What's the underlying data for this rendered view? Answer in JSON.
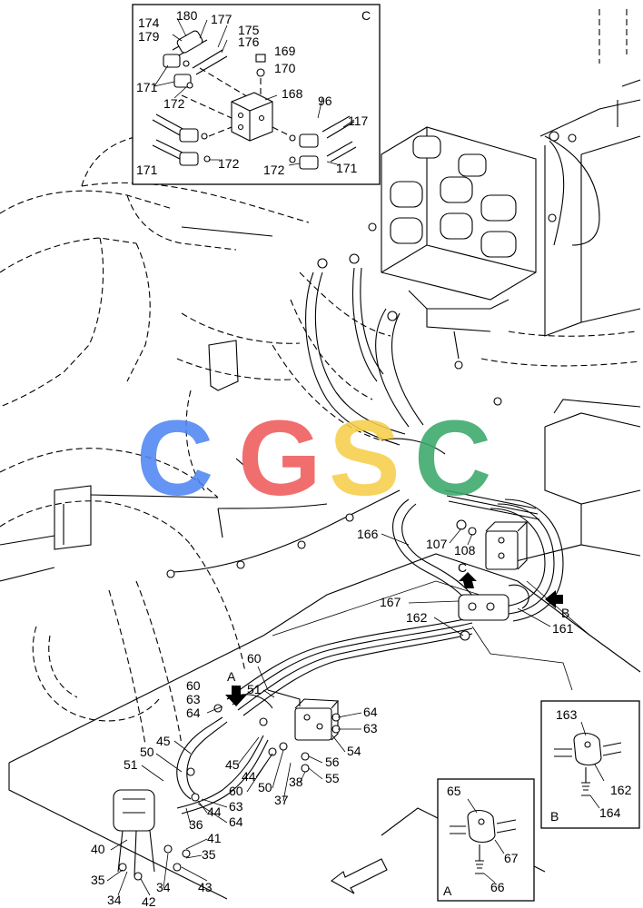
{
  "watermark": {
    "letters": [
      {
        "char": "C",
        "color": "#4f86f3"
      },
      {
        "char": "G",
        "color": "#ef5b5b"
      },
      {
        "char": "S",
        "color": "#f6cf4a"
      },
      {
        "char": "C",
        "color": "#3aa86b"
      }
    ]
  },
  "detail_c": {
    "title": "C",
    "labels": [
      "174",
      "179",
      "180",
      "177",
      "175",
      "176",
      "169",
      "170",
      "171",
      "172",
      "168",
      "96",
      "117",
      "171",
      "172",
      "172",
      "171"
    ]
  },
  "detail_b": {
    "title": "B",
    "labels": [
      "163",
      "162",
      "164"
    ]
  },
  "detail_a": {
    "title": "A",
    "labels": [
      "65",
      "67",
      "66"
    ]
  },
  "main": {
    "view_labels": [
      "C",
      "B",
      "A"
    ],
    "labels": [
      "166",
      "107",
      "108",
      "167",
      "162",
      "161",
      "60",
      "51",
      "60",
      "63",
      "64",
      "64",
      "63",
      "45",
      "50",
      "51",
      "45",
      "44",
      "56",
      "54",
      "55",
      "60",
      "50",
      "38",
      "37",
      "63",
      "64",
      "36",
      "44",
      "40",
      "41",
      "35",
      "35",
      "34",
      "34",
      "42",
      "43"
    ]
  }
}
